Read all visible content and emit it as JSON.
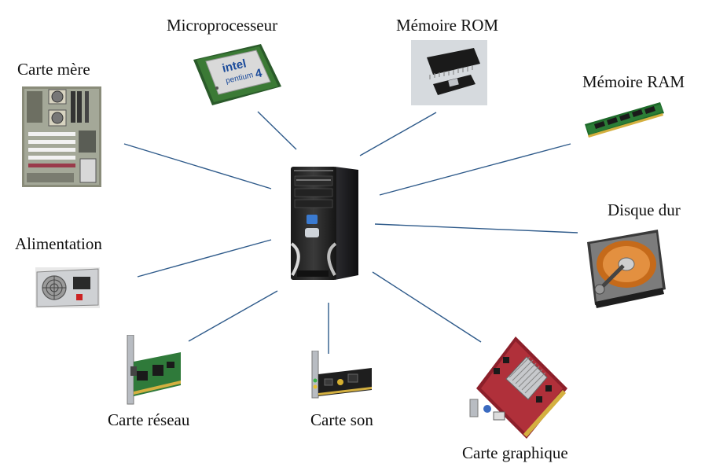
{
  "components": {
    "motherboard": "Carte mère",
    "cpu": "Microprocesseur",
    "rom": "Mémoire ROM",
    "ram": "Mémoire RAM",
    "hdd": "Disque dur",
    "psu": "Alimentation",
    "nic": "Carte réseau",
    "sound": "Carte son",
    "gpu": "Carte graphique"
  },
  "cpu_chip_text": {
    "brand": "intel",
    "model": "pentium",
    "number": "4"
  },
  "colors": {
    "connector": "#2e5a8a",
    "pcb_green": "#2f7a3a",
    "gpu_red": "#b0303a"
  }
}
